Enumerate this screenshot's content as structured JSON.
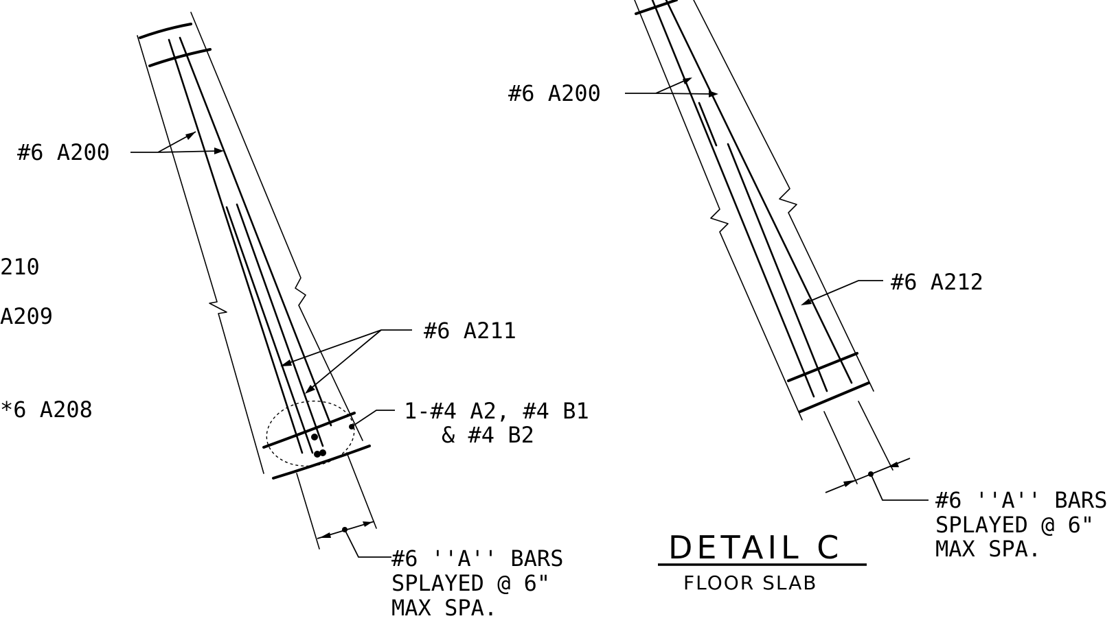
{
  "labels": {
    "left_a200": "#6 A200",
    "left_a210": "210",
    "left_a209": "A209",
    "left_a208": "*6 A208",
    "left_a211": "#6 A211",
    "left_note_line1": "1-#4 A2, #4 B1",
    "left_note_line2": "& #4 B2",
    "left_splay_line1": "#6 ''A'' BARS",
    "left_splay_line2": "SPLAYED @ 6\"",
    "left_splay_line3": "MAX SPA.",
    "right_a200": "#6 A200",
    "right_a212": "#6 A212",
    "right_splay_line1": "#6 ''A'' BARS",
    "right_splay_line2": "SPLAYED @ 6\"",
    "right_splay_line3": "MAX SPA."
  },
  "detail": {
    "title": "DETAIL C",
    "subtitle": "FLOOR SLAB"
  }
}
